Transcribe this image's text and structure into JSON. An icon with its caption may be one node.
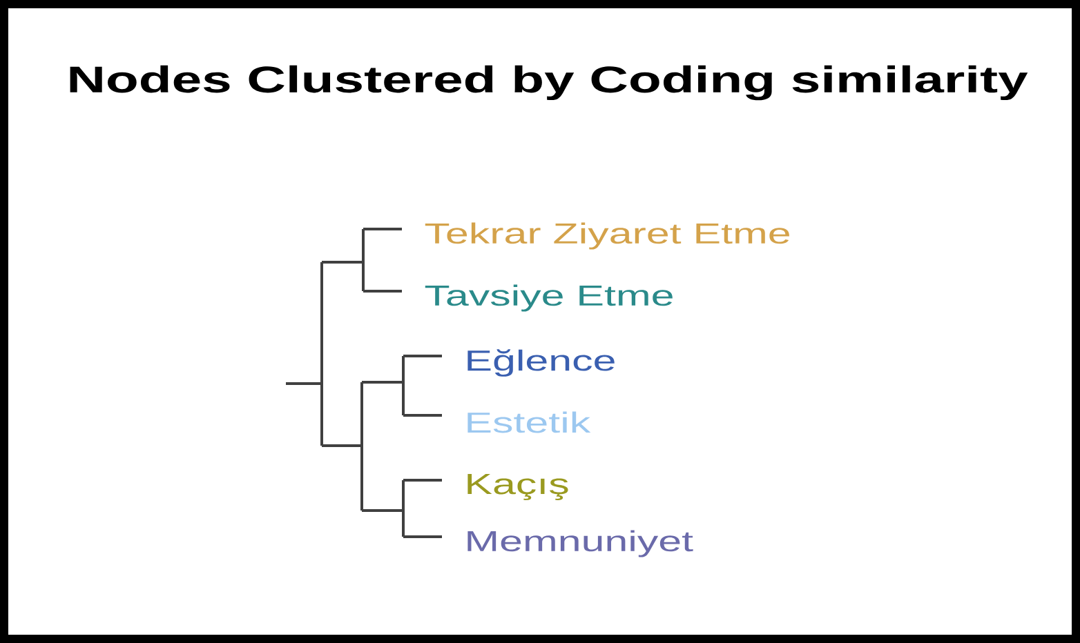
{
  "diagram": {
    "title": "Nodes Clustered by Coding similarity",
    "labels": [
      "Tekrar Ziyaret Etme",
      "Tavsiye Etme",
      "Eğlence",
      "Estetik",
      "Kaçış",
      "Memnuniyet"
    ]
  }
}
